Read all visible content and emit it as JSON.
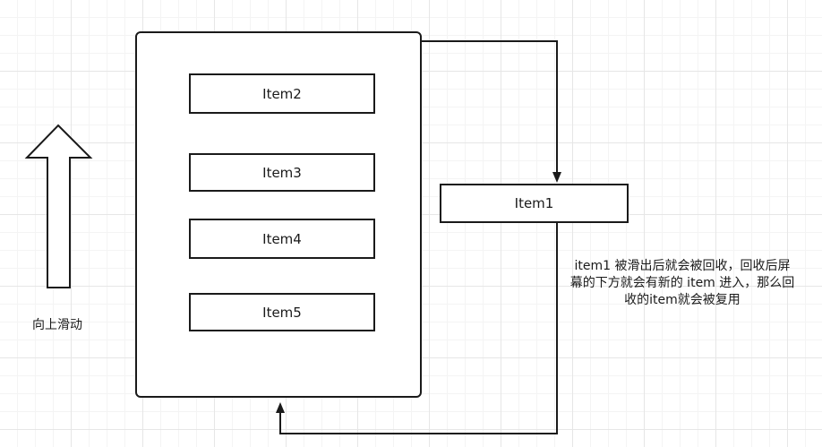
{
  "direction_label": "向上滑动",
  "items": {
    "item2": "Item2",
    "item3": "Item3",
    "item4": "Item4",
    "item5": "Item5",
    "item1": "Item1"
  },
  "note": {
    "line1": "item1 被滑出后就会被回收，回收后屏",
    "line2": "幕的下方就会有新的 item 进入，那么回",
    "line3": "收的item就会被复用"
  },
  "colors": {
    "stroke": "#1a1a1a",
    "background": "#ffffff",
    "grid": "#e6e6e6"
  }
}
